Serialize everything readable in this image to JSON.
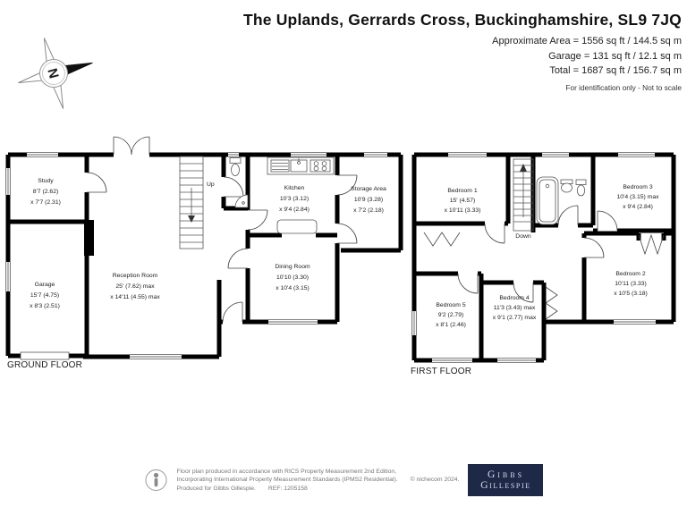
{
  "header": {
    "title": "The Uplands, Gerrards Cross, Buckinghamshire, SL9 7JQ",
    "area_lines": [
      "Approximate Area = 1556 sq ft / 144.5 sq m",
      "Garage = 131 sq ft / 12.1 sq m",
      "Total = 1687 sq ft / 156.7 sq m"
    ],
    "note": "For identification only - Not to scale"
  },
  "compass": {
    "label": "N"
  },
  "ground_floor": {
    "label": "GROUND FLOOR",
    "stairs_label": "Up",
    "rooms": {
      "study": {
        "name": "Study",
        "dim1": "8'7 (2.62)",
        "dim2": "x 7'7 (2.31)"
      },
      "garage": {
        "name": "Garage",
        "dim1": "15'7 (4.75)",
        "dim2": "x 8'3 (2.51)"
      },
      "reception": {
        "name": "Reception Room",
        "dim1": "25' (7.62) max",
        "dim2": "x 14'11 (4.55) max"
      },
      "kitchen": {
        "name": "Kitchen",
        "dim1": "10'3 (3.12)",
        "dim2": "x 9'4 (2.84)"
      },
      "storage": {
        "name": "Storage Area",
        "dim1": "10'9 (3.28)",
        "dim2": "x 7'2 (2.18)"
      },
      "dining": {
        "name": "Dining Room",
        "dim1": "10'10 (3.30)",
        "dim2": "x 10'4 (3.15)"
      }
    }
  },
  "first_floor": {
    "label": "FIRST FLOOR",
    "stairs_label": "Down",
    "rooms": {
      "bedroom1": {
        "name": "Bedroom 1",
        "dim1": "15' (4.57)",
        "dim2": "x 10'11 (3.33)"
      },
      "bedroom2": {
        "name": "Bedroom 2",
        "dim1": "10'11 (3.33)",
        "dim2": "x 10'5 (3.18)"
      },
      "bedroom3": {
        "name": "Bedroom 3",
        "dim1": "10'4 (3.15) max",
        "dim2": "x 9'4 (2.84)"
      },
      "bedroom4": {
        "name": "Bedroom 4",
        "dim1": "11'3 (3.43) max",
        "dim2": "x 9'1 (2.77) max"
      },
      "bedroom5": {
        "name": "Bedroom 5",
        "dim1": "9'2 (2.79)",
        "dim2": "x 8'1 (2.46)"
      }
    }
  },
  "footer": {
    "line1": "Floor plan produced in accordance with RICS Property Measurement 2nd Edition,",
    "line2": "Incorporating International Property Measurement Standards (IPMS2 Residential).",
    "copyright": "© nichecom 2024.",
    "line3": "Produced for Gibbs Gillespie.",
    "ref": "REF: 1205158",
    "logo_line1": "Gibbs",
    "logo_line2": "Gillespie"
  },
  "colors": {
    "wall": "#000000",
    "logo_navy": "#1e2948"
  }
}
